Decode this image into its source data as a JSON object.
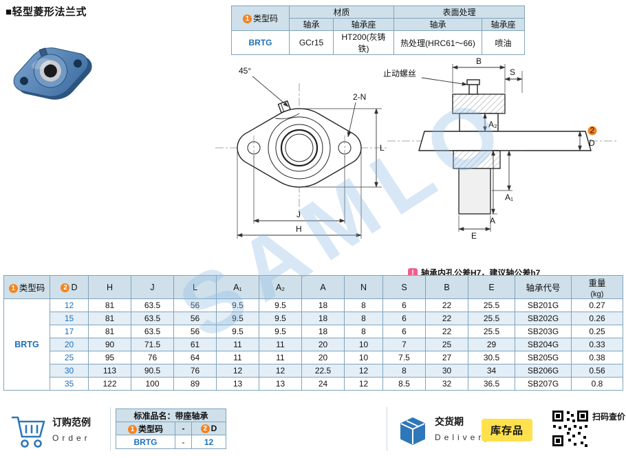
{
  "page": {
    "title": "■轻型菱形法兰式"
  },
  "badges": {
    "one": "1",
    "two": "2"
  },
  "colors": {
    "accent": "#1b6fba",
    "badge_orange": "#f5831f",
    "stock_yellow": "#ffe14d",
    "table_border": "#7fa3bb",
    "header_bg": "#cfe0ea",
    "row_alt_bg": "#e4eef6",
    "note_pink": "#f25c8d",
    "watermark": "rgba(140,185,225,0.35)",
    "icon_blue": "#2e77b8"
  },
  "spec_table": {
    "type_code_label": "类型码",
    "material_label": "材质",
    "surface_label": "表面处理",
    "bearing_label": "轴承",
    "housing_label": "轴承座",
    "bearing_label2": "轴承",
    "housing_label2": "轴承座",
    "type_code": "BRTG",
    "bearing_material": "GCr15",
    "housing_material": "HT200(灰铸铁)",
    "bearing_surface": "热处理(HRC61～66)",
    "housing_surface": "喷油"
  },
  "drawing": {
    "angle_label": "45°",
    "holes_label": "2-N",
    "dim_J": "J",
    "dim_H": "H",
    "dim_L": "L",
    "dim_B": "B",
    "dim_S": "S",
    "dim_A2": "A₂",
    "dim_A1": "A₁",
    "dim_A": "A",
    "dim_E": "E",
    "dim_D": "D",
    "set_screw_label": "止动螺丝",
    "note_icon": "!",
    "note": "轴承内孔公差H7，建议轴公差h7"
  },
  "watermark": "SAMLO",
  "data_table": {
    "type_code_label": "类型码",
    "d_label": "D",
    "headers": [
      "H",
      "J",
      "L",
      "A₁",
      "A₂",
      "A",
      "N",
      "S",
      "B",
      "E",
      "轴承代号"
    ],
    "weight_label": "重量",
    "weight_unit": "(kg)",
    "type_code": "BRTG",
    "rows": [
      [
        "12",
        "81",
        "63.5",
        "56",
        "9.5",
        "9.5",
        "18",
        "8",
        "6",
        "22",
        "25.5",
        "SB201G",
        "0.27"
      ],
      [
        "15",
        "81",
        "63.5",
        "56",
        "9.5",
        "9.5",
        "18",
        "8",
        "6",
        "22",
        "25.5",
        "SB202G",
        "0.26"
      ],
      [
        "17",
        "81",
        "63.5",
        "56",
        "9.5",
        "9.5",
        "18",
        "8",
        "6",
        "22",
        "25.5",
        "SB203G",
        "0.25"
      ],
      [
        "20",
        "90",
        "71.5",
        "61",
        "11",
        "11",
        "20",
        "10",
        "7",
        "25",
        "29",
        "SB204G",
        "0.33"
      ],
      [
        "25",
        "95",
        "76",
        "64",
        "11",
        "11",
        "20",
        "10",
        "7.5",
        "27",
        "30.5",
        "SB205G",
        "0.38"
      ],
      [
        "30",
        "113",
        "90.5",
        "76",
        "12",
        "12",
        "22.5",
        "12",
        "8",
        "30",
        "34",
        "SB206G",
        "0.56"
      ],
      [
        "35",
        "122",
        "100",
        "89",
        "13",
        "13",
        "24",
        "12",
        "8.5",
        "32",
        "36.5",
        "SB207G",
        "0.8"
      ]
    ]
  },
  "footer": {
    "order_label": "订购范例",
    "order_en": "Order",
    "sample_title": "标准品名：带座轴承",
    "sample_type_label": "类型码",
    "sample_dash": "-",
    "sample_d_label": "D",
    "sample_type_value": "BRTG",
    "sample_dash2": "-",
    "sample_d_value": "12",
    "delivery_label": "交货期",
    "delivery_en": "Delivery",
    "stock_label": "库存品",
    "qr_label": "扫码查价"
  }
}
